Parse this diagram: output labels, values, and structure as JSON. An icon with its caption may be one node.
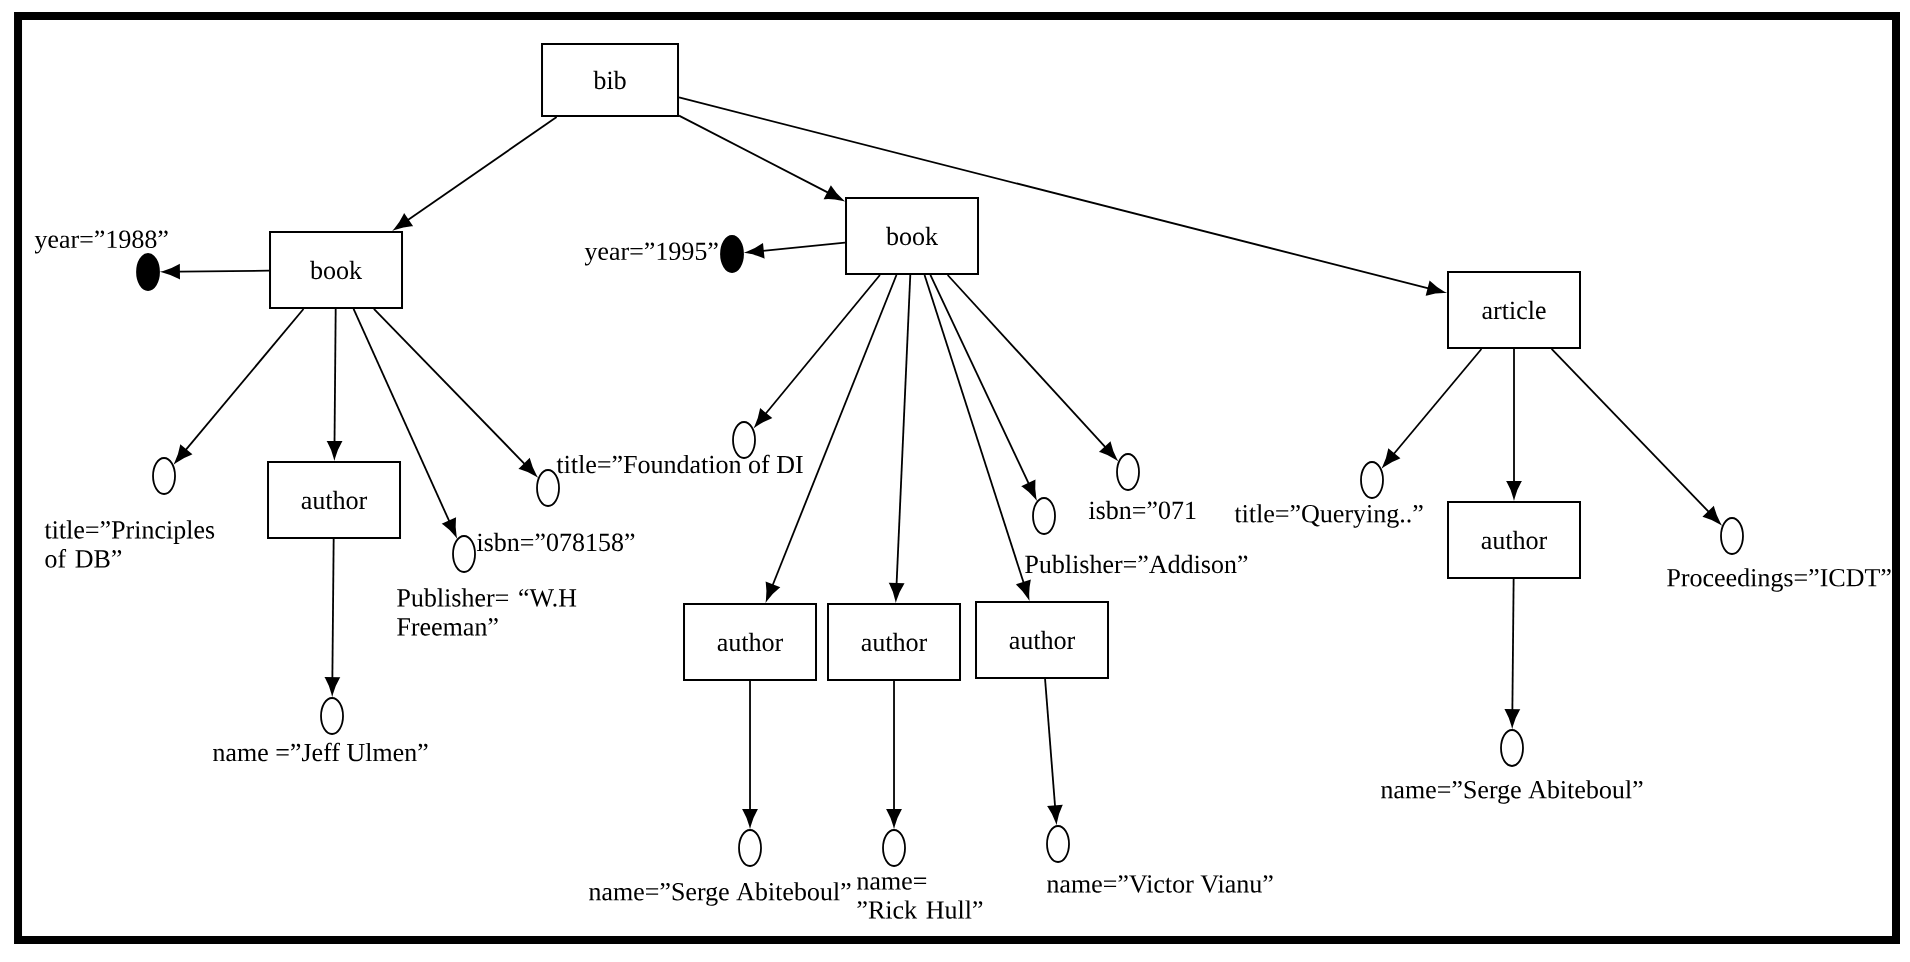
{
  "diagram": {
    "nodes": [
      {
        "text": [
          "bib"
        ]
      },
      {
        "text": [
          "book"
        ]
      },
      {
        "text": [],
        "shape": "circle",
        "beside": [
          "year=”1988”"
        ]
      },
      {
        "text": [],
        "shape": "circle",
        "beside": [
          "title=”Principles of DB”"
        ]
      },
      {
        "text": [
          "author"
        ]
      },
      {
        "text": [],
        "shape": "circle",
        "beside": [
          "name =”Jeff Ulmen”"
        ]
      },
      {
        "text": [],
        "shape": "circle",
        "beside": [
          "isbn=”078158”",
          "Publisher= “W.H Freeman”"
        ]
      },
      {
        "text": [],
        "shape": "circle"
      },
      {
        "text": [
          "book"
        ]
      },
      {
        "text": [],
        "shape": "circle",
        "beside": [
          "year=”1995”"
        ]
      },
      {
        "text": [],
        "shape": "circle",
        "beside": [
          "title=”Foundation of DI"
        ]
      },
      {
        "text": [
          "author"
        ]
      },
      {
        "text": [],
        "shape": "circle",
        "beside": [
          "name=”Serge Abiteboul”"
        ]
      },
      {
        "text": [
          "author"
        ]
      },
      {
        "text": [],
        "shape": "circle",
        "beside": [
          "name= ”Rick Hull”"
        ]
      },
      {
        "text": [],
        "shape": "circle",
        "beside": [
          "Publisher=”Addison”"
        ]
      },
      {
        "text": [
          "author"
        ]
      },
      {
        "text": [],
        "shape": "circle",
        "beside": [
          "name=”Victor Vianu”"
        ]
      },
      {
        "text": [],
        "shape": "circle",
        "beside": [
          "isbn=”071"
        ]
      },
      {
        "text": [
          "article"
        ]
      },
      {
        "text": [],
        "shape": "circle",
        "beside": [
          "title=”Querying..”"
        ]
      },
      {
        "text": [
          "author"
        ]
      },
      {
        "text": [],
        "shape": "circle",
        "beside": [
          "name=”Serge Abiteboul”"
        ]
      },
      {
        "text": [],
        "shape": "circle",
        "beside": [
          "Proceedings=”ICDT”"
        ]
      }
    ],
    "edges": [
      {
        "from": 0,
        "to": 1,
        "arrow": "to"
      },
      {
        "from": 0,
        "to": 8,
        "arrow": "to"
      },
      {
        "from": 0,
        "to": 19,
        "arrow": "to"
      },
      {
        "from": 1,
        "to": 2,
        "arrow": "to"
      },
      {
        "from": 1,
        "to": 3,
        "arrow": "to"
      },
      {
        "from": 1,
        "to": 4,
        "arrow": "to"
      },
      {
        "from": 4,
        "to": 5,
        "arrow": "to"
      },
      {
        "from": 1,
        "to": 6,
        "arrow": "to"
      },
      {
        "from": 1,
        "to": 7,
        "arrow": "to"
      },
      {
        "from": 8,
        "to": 9,
        "arrow": "to"
      },
      {
        "from": 8,
        "to": 10,
        "arrow": "to"
      },
      {
        "from": 8,
        "to": 11,
        "arrow": "to"
      },
      {
        "from": 11,
        "to": 12,
        "arrow": "to"
      },
      {
        "from": 8,
        "to": 13,
        "arrow": "to"
      },
      {
        "from": 13,
        "to": 14,
        "arrow": "to"
      },
      {
        "from": 8,
        "to": 15,
        "arrow": "to"
      },
      {
        "from": 8,
        "to": 16,
        "arrow": "to"
      },
      {
        "from": 16,
        "to": 17,
        "arrow": "to"
      },
      {
        "from": 8,
        "to": 18,
        "arrow": "to"
      },
      {
        "from": 19,
        "to": 20,
        "arrow": "to"
      },
      {
        "from": 19,
        "to": 21,
        "arrow": "to"
      },
      {
        "from": 21,
        "to": 22,
        "arrow": "to"
      },
      {
        "from": 19,
        "to": 23,
        "arrow": "to"
      }
    ]
  }
}
